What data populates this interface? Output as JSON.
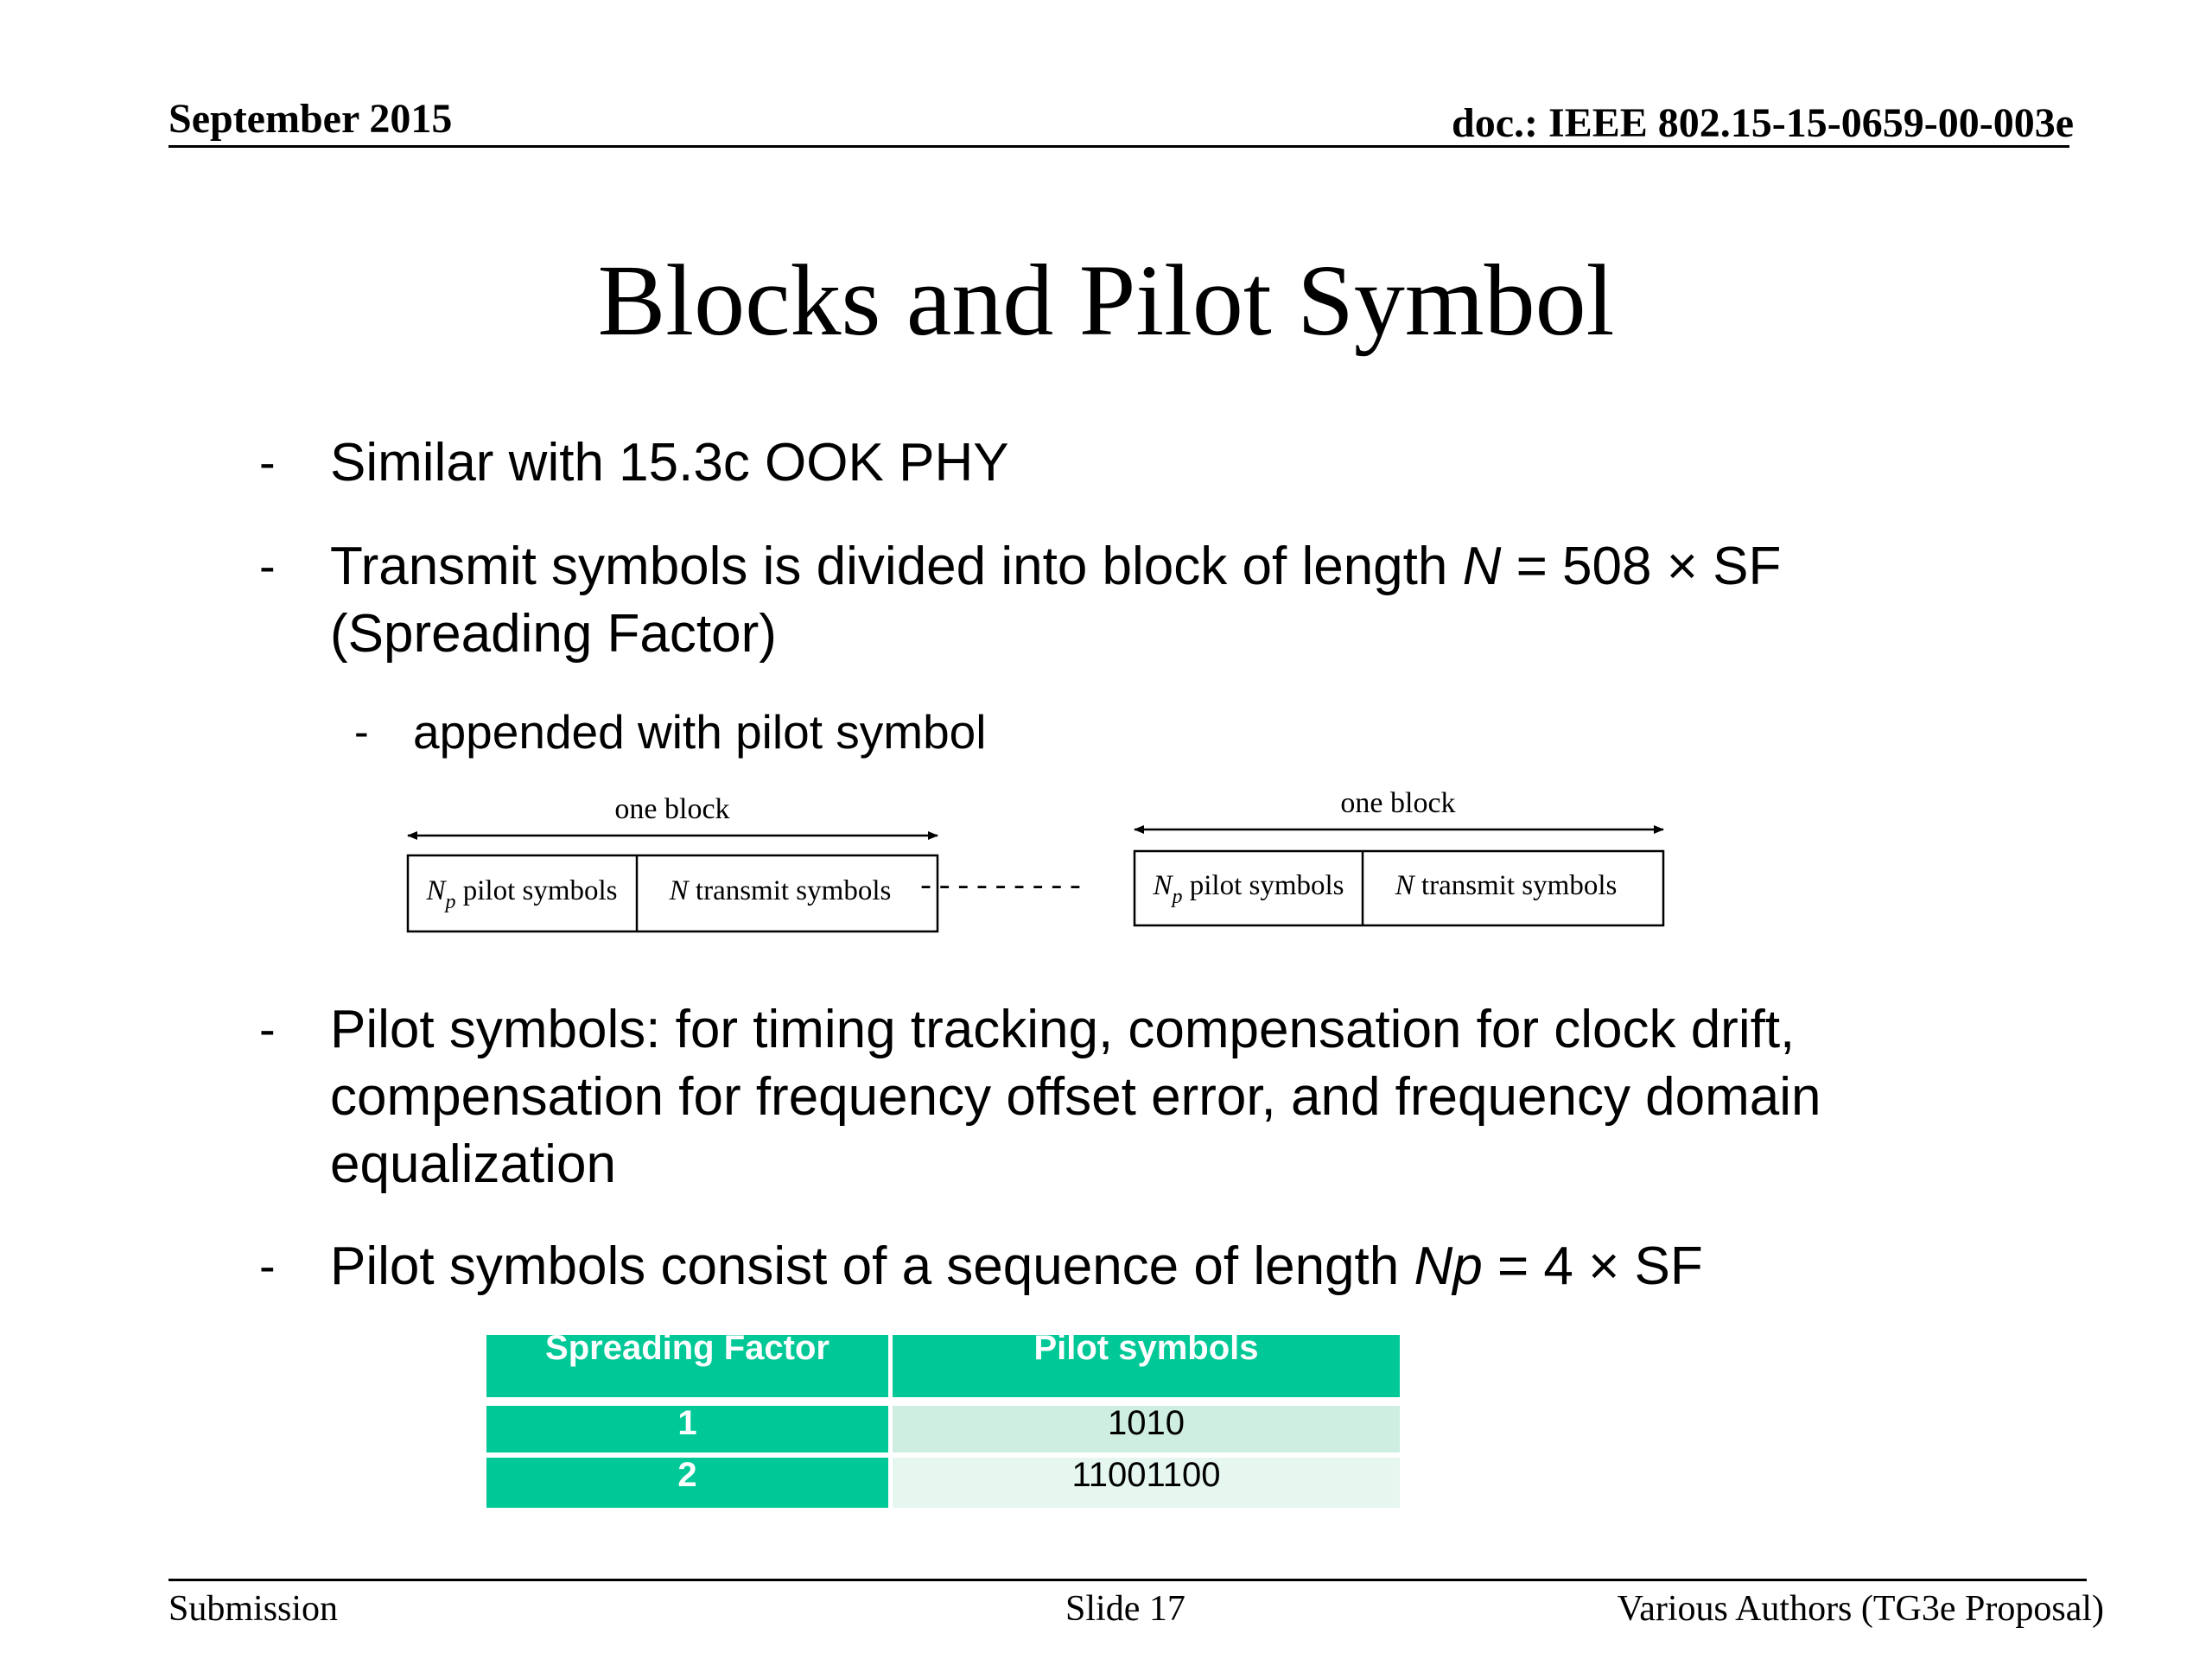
{
  "header": {
    "date": "September 2015",
    "doc": "doc.: IEEE 802.15-15-0659-00-003e"
  },
  "title": "Blocks and Pilot Symbol",
  "bullets": {
    "b1": {
      "dash": "-",
      "text": "Similar with 15.3c OOK PHY"
    },
    "b2": {
      "dash": "-",
      "prefix": "Transmit symbols is divided into block of length ",
      "var": "N",
      "eq": " = 508 × SF",
      "line2": "(Spreading Factor)"
    },
    "sub": {
      "dash": "-",
      "text": "appended with pilot symbol"
    },
    "b3": {
      "dash": "-",
      "line1": "Pilot symbols: for timing tracking, compensation for clock drift,",
      "line2": "compensation for frequency offset error, and frequency domain",
      "line3": "equalization"
    },
    "b4": {
      "dash": "-",
      "prefix": "Pilot symbols consist of a sequence of length ",
      "var": "Np",
      "eq": " = 4 × SF"
    }
  },
  "diagram": {
    "block_label": "one block",
    "np_var": "N",
    "np_sub": "p",
    "pilot_label": " pilot symbols",
    "n_var": "N",
    "transmit_label": " transmit symbols",
    "separator": "---------"
  },
  "table": {
    "headers": [
      "Spreading Factor",
      "Pilot symbols"
    ],
    "rows": [
      [
        "1",
        "1010"
      ],
      [
        "2",
        "11001100"
      ]
    ]
  },
  "colors": {
    "table_header": "#00c896",
    "row1_value": "#cdeee0",
    "row2_value": "#e6f7f0"
  },
  "footer": {
    "left": "Submission",
    "center": "Slide 17",
    "right": "Various Authors (TG3e Proposal)"
  }
}
